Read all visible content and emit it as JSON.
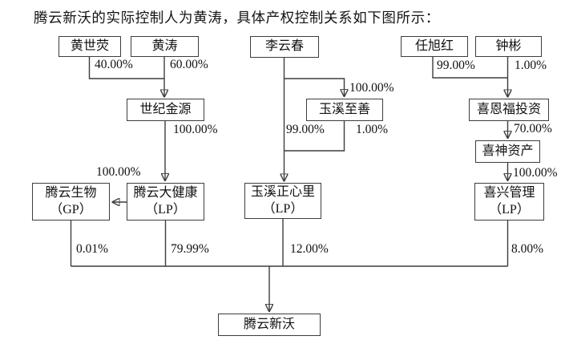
{
  "title": "腾云新沃的实际控制人为黄涛，具体产权控制关系如下图所示：",
  "nodes": {
    "huang_shiying": "黄世荧",
    "huang_tao": "黄涛",
    "li_yunchun": "李云春",
    "ren_xuhong": "任旭红",
    "zhong_bin": "钟彬",
    "shiji_jinyuan": "世纪金源",
    "yuxi_zhishan": "玉溪至善",
    "xienfu_touzi": "喜恩福投资",
    "xishen_zichan": "喜神资产",
    "tengyun_shengwu": "腾云生物\n（GP）",
    "tengyun_dajiankang": "腾云大健康\n（LP）",
    "yuxi_zhengxinli": "玉溪正心里\n（LP）",
    "xixing_guanli": "喜兴管理\n（LP）",
    "tengyun_xinwo": "腾云新沃"
  },
  "percents": {
    "hsy_to_sjjy": "40.00%",
    "ht_to_sjjy": "60.00%",
    "sjjy_to_djk": "100.00%",
    "djk_to_sw": "100.00%",
    "lyc_to_yxzs": "100.00%",
    "lyc_to_yxzxl": "99.00%",
    "yxzs_to_yxzxl": "1.00%",
    "rxh_to_xef": "99.00%",
    "zb_to_xef": "1.00%",
    "xef_to_xs": "70.00%",
    "xs_to_xxgl": "100.00%",
    "sw_to_txw": "0.01%",
    "djk_to_txw": "79.99%",
    "yxzxl_to_txw": "12.00%",
    "xxgl_to_txw": "8.00%"
  },
  "colors": {
    "line": "#3d3d3d",
    "box_border": "#3d3d3d",
    "text": "#111111",
    "background": "#ffffff"
  }
}
